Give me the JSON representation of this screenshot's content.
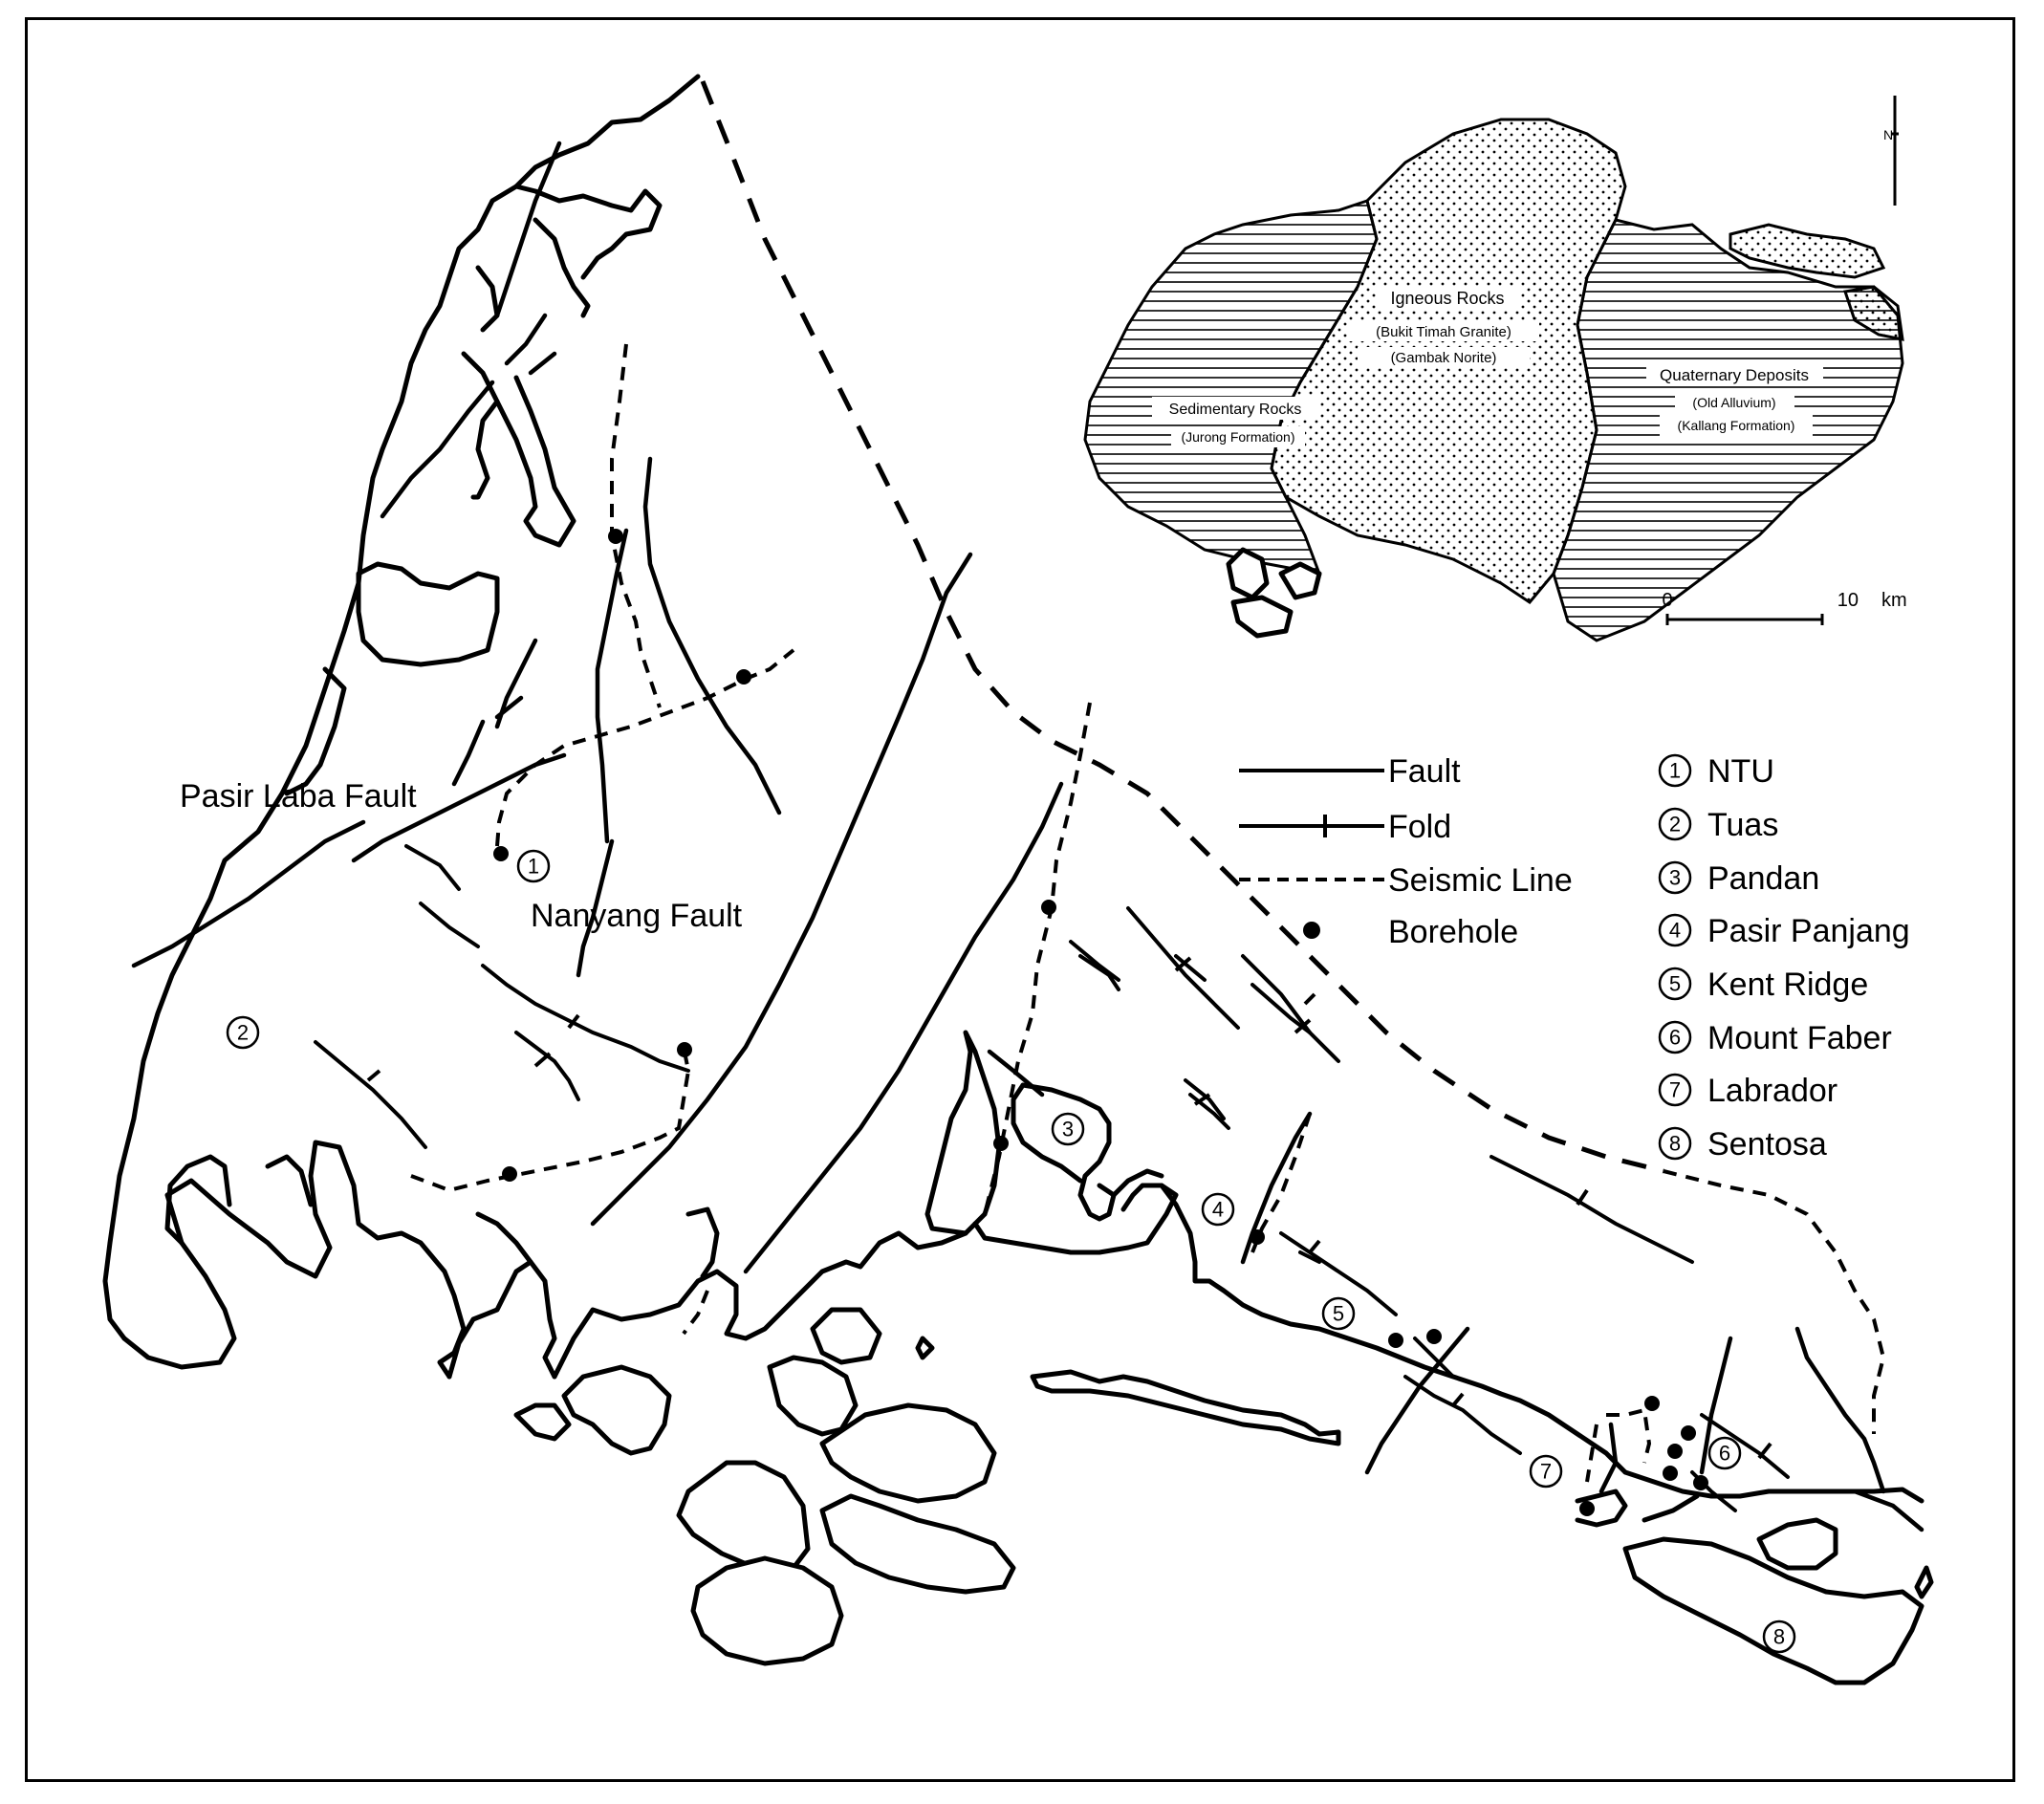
{
  "map": {
    "fault_labels": {
      "pasir_laba": "Pasir Laba Fault",
      "nanyang": "Nanyang Fault"
    },
    "site_markers": {
      "1": "1",
      "2": "2",
      "3": "3",
      "4": "4",
      "5": "5",
      "6": "6",
      "7": "7",
      "8": "8"
    }
  },
  "legend": {
    "symbols": [
      {
        "label": "Fault",
        "symbol": "solid-line"
      },
      {
        "label": "Fold",
        "symbol": "line-with-ticks"
      },
      {
        "label": "Seismic Line",
        "symbol": "dashed-line"
      },
      {
        "label": "Borehole",
        "symbol": "filled-dot"
      }
    ],
    "sites": [
      {
        "num": "1",
        "name": "NTU"
      },
      {
        "num": "2",
        "name": "Tuas"
      },
      {
        "num": "3",
        "name": "Pandan"
      },
      {
        "num": "4",
        "name": "Pasir Panjang"
      },
      {
        "num": "5",
        "name": "Kent Ridge"
      },
      {
        "num": "6",
        "name": "Mount Faber"
      },
      {
        "num": "7",
        "name": "Labrador"
      },
      {
        "num": "8",
        "name": "Sentosa"
      }
    ]
  },
  "inset": {
    "igneous": {
      "title": "Igneous Rocks",
      "line1": "(Bukit Timah Granite)",
      "line2": "(Gambak Norite)"
    },
    "sedimentary": {
      "title": "Sedimentary Rocks",
      "line1": "(Jurong Formation)"
    },
    "quaternary": {
      "title": "Quaternary Deposits",
      "line1": "(Old Alluvium)",
      "line2": "(Kallang Formation)"
    },
    "scale": {
      "start": "0",
      "end": "10",
      "unit": "km"
    },
    "north": "N"
  }
}
